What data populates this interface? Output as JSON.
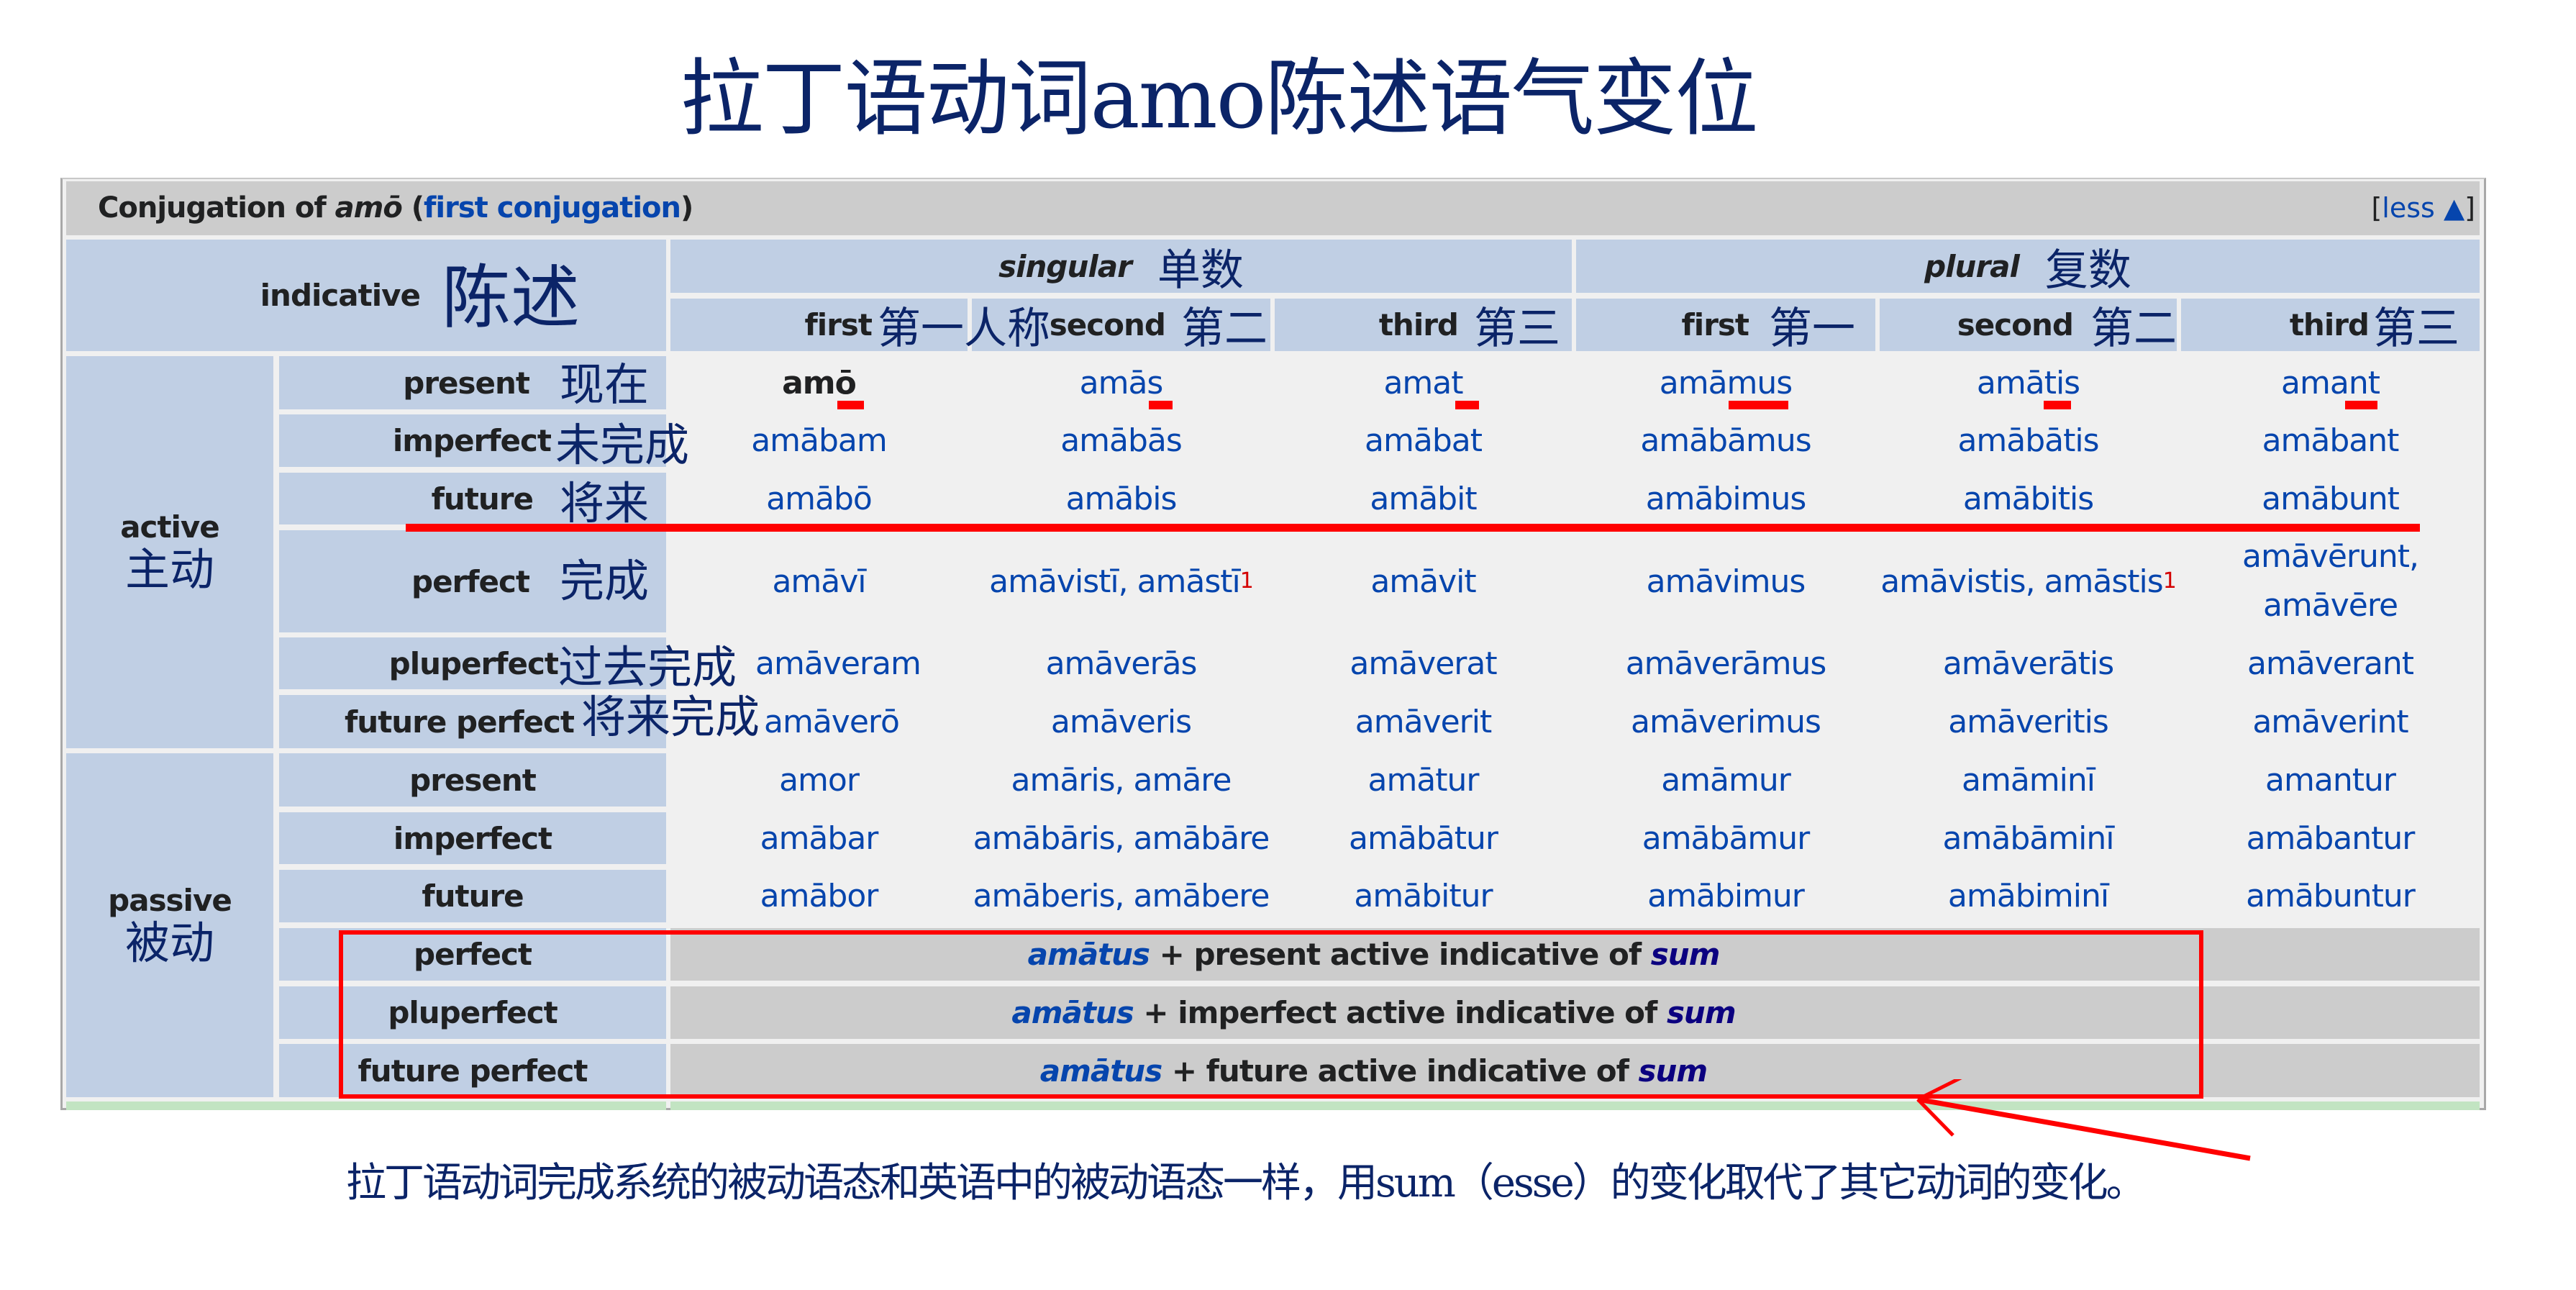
{
  "title": "拉丁语动词amo陈述语气变位",
  "table": {
    "header": {
      "prefix": "Conjugation of ",
      "verb": "amō",
      "open_paren": " (",
      "conjugation_link": "first conjugation",
      "close_paren": ")",
      "toggle_open": "[",
      "toggle_label": "less",
      "toggle_icon": "▲",
      "toggle_close": "]"
    },
    "mood": {
      "label": "indicative",
      "cn": "陈述"
    },
    "numbers": [
      {
        "label": "singular",
        "cn": "单数"
      },
      {
        "label": "plural",
        "cn": "复数"
      }
    ],
    "persons": [
      {
        "label": "first",
        "cn": "第一人称"
      },
      {
        "label": "second",
        "cn": "第二"
      },
      {
        "label": "third",
        "cn": "第三"
      },
      {
        "label": "first",
        "cn": "第一"
      },
      {
        "label": "second",
        "cn": "第二"
      },
      {
        "label": "third",
        "cn": "第三"
      }
    ],
    "voices": [
      {
        "label": "active",
        "cn": "主动",
        "rows": [
          {
            "tense": "present",
            "cn": "现在",
            "forms": [
              "amō",
              "amās",
              "amat",
              "amāmus",
              "amātis",
              "amant"
            ]
          },
          {
            "tense": "imperfect",
            "cn": "未完成",
            "forms": [
              "amābam",
              "amābās",
              "amābat",
              "amābāmus",
              "amābātis",
              "amābant"
            ]
          },
          {
            "tense": "future",
            "cn": "将来",
            "forms": [
              "amābō",
              "amābis",
              "amābit",
              "amābimus",
              "amābitis",
              "amābunt"
            ]
          },
          {
            "tense": "perfect",
            "cn": "完成",
            "forms": [
              "amāvī",
              "amāvistī, amāstī",
              "amāvit",
              "amāvimus",
              "amāvistis, amāstis",
              "amāvērunt,",
              "amāvēre"
            ],
            "footnote": "1"
          },
          {
            "tense": "pluperfect",
            "cn": "过去完成",
            "forms": [
              "amāveram",
              "amāverās",
              "amāverat",
              "amāverāmus",
              "amāverātis",
              "amāverant"
            ]
          },
          {
            "tense": "future perfect",
            "cn": "将来完成",
            "forms": [
              "amāverō",
              "amāveris",
              "amāverit",
              "amāverimus",
              "amāveritis",
              "amāverint"
            ]
          }
        ]
      },
      {
        "label": "passive",
        "cn": "被动",
        "rows": [
          {
            "tense": "present",
            "forms": [
              "amor",
              "amāris, amāre",
              "amātur",
              "amāmur",
              "amāminī",
              "amantur"
            ]
          },
          {
            "tense": "imperfect",
            "forms": [
              "amābar",
              "amābāris, amābāre",
              "amābātur",
              "amābāmur",
              "amābāminī",
              "amābantur"
            ]
          },
          {
            "tense": "future",
            "forms": [
              "amābor",
              "amāberis, amābere",
              "amābitur",
              "amābimur",
              "amābiminī",
              "amābuntur"
            ]
          },
          {
            "tense": "perfect",
            "note": {
              "participle": "amātus",
              "plus": " + present active indicative of ",
              "aux": "sum"
            }
          },
          {
            "tense": "pluperfect",
            "note": {
              "participle": "amātus",
              "plus": " + imperfect active indicative of ",
              "aux": "sum"
            }
          },
          {
            "tense": "future perfect",
            "note": {
              "participle": "amātus",
              "plus": " + future active indicative of ",
              "aux": "sum"
            }
          }
        ]
      }
    ]
  },
  "caption": "拉丁语动词完成系统的被动语态和英语中的被动语态一样，用sum（esse）的变化取代了其它动词的变化。",
  "colors": {
    "header_bg": "#cccccc",
    "label_bg": "#c0cfe4",
    "cell_bg": "#f0f0f0",
    "link": "#0645ad",
    "annotation": "#ff0000",
    "cn_text": "#0b2468"
  }
}
